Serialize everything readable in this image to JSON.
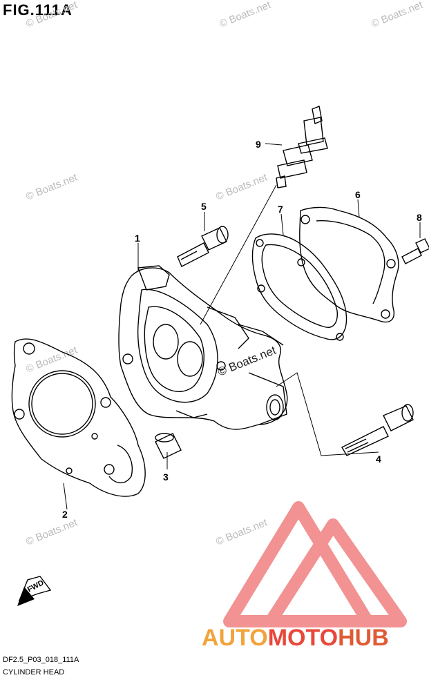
{
  "figure": {
    "title": "FIG.111A",
    "code": "DF2.5_P03_018_111A",
    "name": "CYLINDER HEAD"
  },
  "callouts": [
    {
      "id": "c1",
      "label": "1"
    },
    {
      "id": "c2",
      "label": "2"
    },
    {
      "id": "c3",
      "label": "3"
    },
    {
      "id": "c4",
      "label": "4"
    },
    {
      "id": "c5",
      "label": "5"
    },
    {
      "id": "c6",
      "label": "6"
    },
    {
      "id": "c7",
      "label": "7"
    },
    {
      "id": "c8",
      "label": "8"
    },
    {
      "id": "c9",
      "label": "9"
    }
  ],
  "direction_arrow": {
    "label": "FWD"
  },
  "watermark": {
    "text": "© Boats.net"
  },
  "brand": {
    "part1": "AUTO",
    "part2": "MOTO",
    "part3": "HUB"
  },
  "colors": {
    "line": "#000000",
    "logo_red": "#e8473a",
    "logo_orange": "#f2a33a",
    "watermark": "#bbbbbb"
  }
}
